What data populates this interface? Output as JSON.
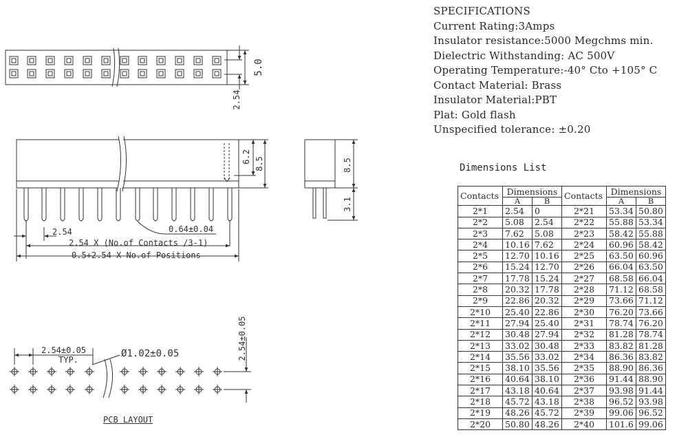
{
  "specifications": {
    "lines": [
      "SPECIFICATIONS",
      "Current Rating:3Amps",
      "Insulator resistance:5000 Megchms min.",
      "Dielectric Withstanding: AC 500V",
      "Operating Temperature:-40° Cto +105° C",
      "Contact Material: Brass",
      "Insulator Material:PBT",
      "Plat: Gold flash",
      "Unspecified tolerance: ±0.20"
    ]
  },
  "dimensions_list": {
    "title": "Dimensions List",
    "headers": {
      "contacts": "Contacts",
      "dimensions": "Dimensions",
      "a": "A",
      "b": "B"
    },
    "rows": [
      [
        "2*1",
        "2.54",
        "0",
        "2*21",
        "53.34",
        "50.80"
      ],
      [
        "2*2",
        "5.08",
        "2.54",
        "2*22",
        "55.88",
        "53.34"
      ],
      [
        "2*3",
        "7.62",
        "5.08",
        "2*23",
        "58.42",
        "55.88"
      ],
      [
        "2*4",
        "10.16",
        "7.62",
        "2*24",
        "60.96",
        "58.42"
      ],
      [
        "2*5",
        "12.70",
        "10.16",
        "2*25",
        "63.50",
        "60.96"
      ],
      [
        "2*6",
        "15.24",
        "12.70",
        "2*26",
        "66.04",
        "63.50"
      ],
      [
        "2*7",
        "17.78",
        "15.24",
        "2*27",
        "68.58",
        "66.04"
      ],
      [
        "2*8",
        "20.32",
        "17.78",
        "2*28",
        "71.12",
        "68.58"
      ],
      [
        "2*9",
        "22.86",
        "20.32",
        "2*29",
        "73.66",
        "71.12"
      ],
      [
        "2*10",
        "25.40",
        "22.86",
        "2*30",
        "76.20",
        "73.66"
      ],
      [
        "2*11",
        "27.94",
        "25.40",
        "2*31",
        "78.74",
        "76.20"
      ],
      [
        "2*12",
        "30.48",
        "27.94",
        "2*32",
        "81.28",
        "78.74"
      ],
      [
        "2*13",
        "33.02",
        "30.48",
        "2*33",
        "83.82",
        "81.28"
      ],
      [
        "2*14",
        "35.56",
        "33.02",
        "2*34",
        "86.36",
        "83.82"
      ],
      [
        "2*15",
        "38.10",
        "35.56",
        "2*35",
        "88.90",
        "86.36"
      ],
      [
        "2*16",
        "40.64",
        "38.10",
        "2*36",
        "91.44",
        "88.90"
      ],
      [
        "2*17",
        "43.18",
        "40.64",
        "2*37",
        "93.98",
        "91.44"
      ],
      [
        "2*18",
        "45.72",
        "43.18",
        "2*38",
        "96.52",
        "93.98"
      ],
      [
        "2*19",
        "48.26",
        "45.72",
        "2*39",
        "99.06",
        "96.52"
      ],
      [
        "2*20",
        "50.80",
        "48.26",
        "2*40",
        "101.6",
        "99.06"
      ]
    ]
  },
  "drawing": {
    "top_view": {
      "dim_height": "5.0",
      "dim_pitch": "2.54"
    },
    "front_view": {
      "dim_inner": "6.2",
      "dim_body": "8.5",
      "dim_pitch": "2.54",
      "dim_pin": "0.64±0.04",
      "dim_contacts": "2.54 X (No.of Contacts /3-1)",
      "dim_positions": "0.5+2.54 X No.of Positions"
    },
    "side_view": {
      "dim_body": "8.5",
      "dim_tail": "3.1"
    },
    "pcb_layout": {
      "dim_pitch": "2.54±0.05",
      "typ": "TYP.",
      "dim_hole": "Ø1.02±0.05",
      "dim_row": "2.54±0.05",
      "label": "PCB LAYOUT"
    }
  }
}
